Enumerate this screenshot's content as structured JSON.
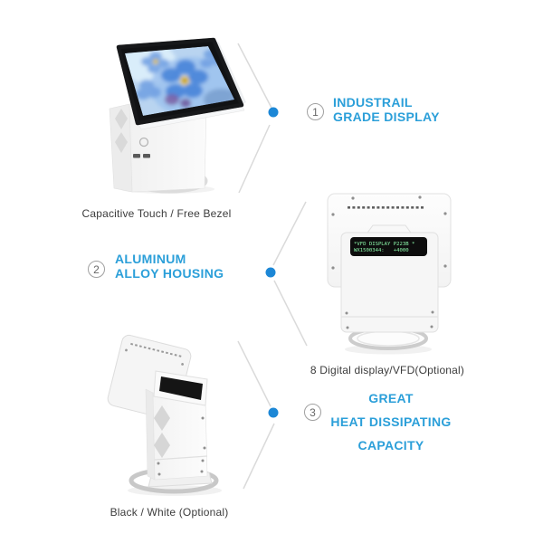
{
  "colors": {
    "accent_text": "#2B9FD9",
    "dot_blue": "#1C87D6",
    "connector_line": "#DADADA",
    "caption_text": "#3C3C3C",
    "badge_border": "#A0A0A0",
    "vfd_green": "#8AF5A8"
  },
  "features": [
    {
      "number": "1",
      "lines": [
        "INDUSTRAIL",
        "GRADE DISPLAY"
      ]
    },
    {
      "number": "2",
      "lines": [
        "ALUMINUM",
        "ALLOY HOUSING"
      ]
    },
    {
      "number": "3",
      "lines": [
        "GREAT",
        "HEAT DISSIPATING",
        "CAPACITY"
      ]
    }
  ],
  "products": [
    {
      "caption": "Capacitive Touch / Free Bezel"
    },
    {
      "caption": "8 Digital display/VFD(Optional)",
      "vfd_line1": "*VFD DISPLAY P223B *",
      "vfd_line2": "WX1500344:   +4000"
    },
    {
      "caption": "Black / White (Optional)"
    }
  ]
}
